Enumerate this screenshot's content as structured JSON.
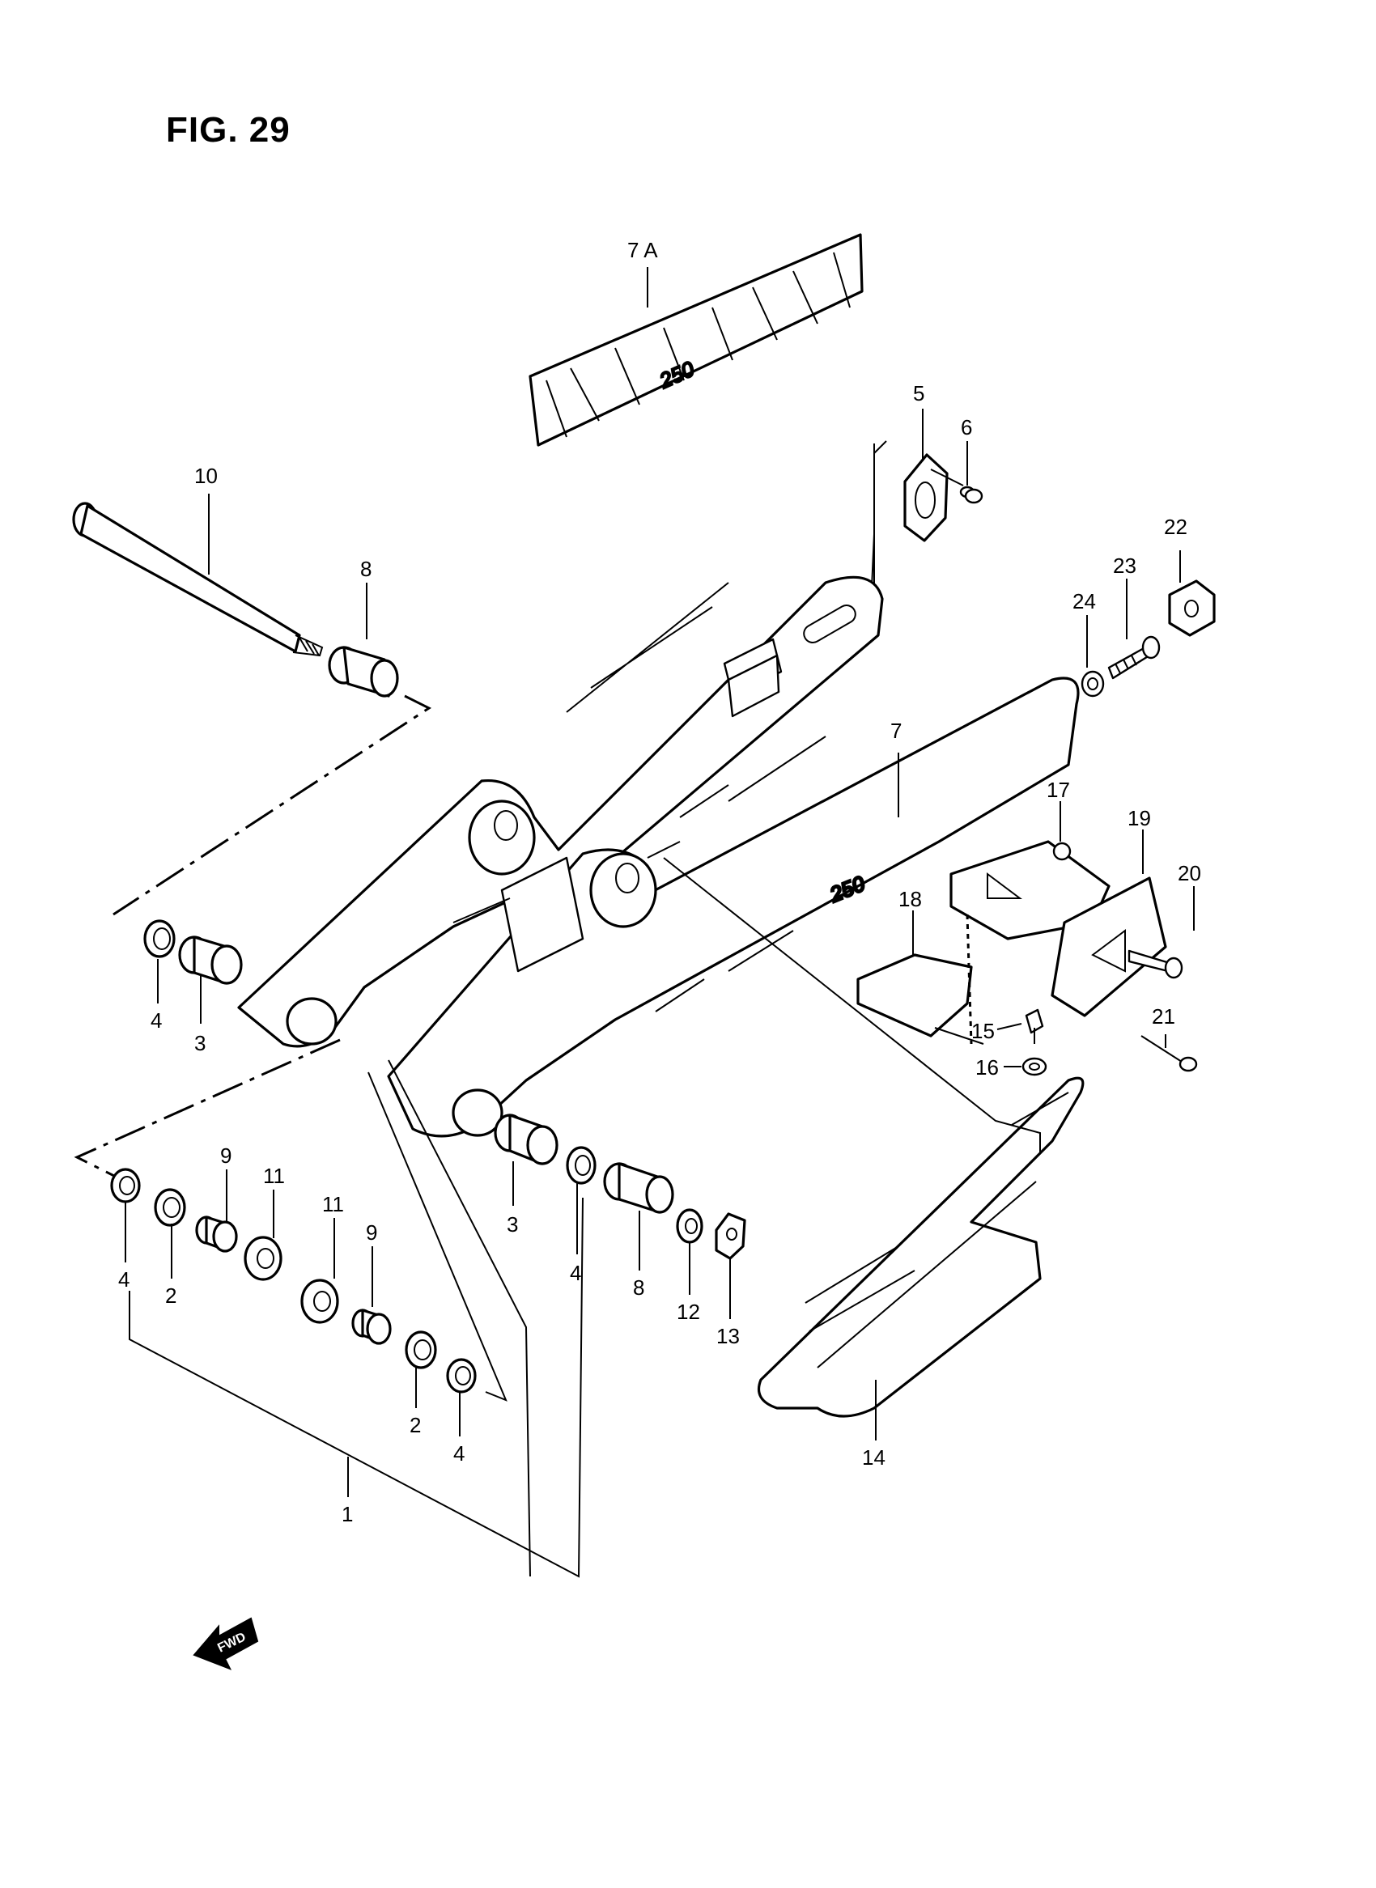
{
  "figure": {
    "title": "FIG. 29"
  },
  "callouts": [
    {
      "id": "7A",
      "label": "7 A"
    },
    {
      "id": "5",
      "label": "5"
    },
    {
      "id": "6",
      "label": "6"
    },
    {
      "id": "10",
      "label": "10"
    },
    {
      "id": "8a",
      "label": "8"
    },
    {
      "id": "22",
      "label": "22"
    },
    {
      "id": "23",
      "label": "23"
    },
    {
      "id": "24",
      "label": "24"
    },
    {
      "id": "7",
      "label": "7"
    },
    {
      "id": "17",
      "label": "17"
    },
    {
      "id": "19",
      "label": "19"
    },
    {
      "id": "20",
      "label": "20"
    },
    {
      "id": "18",
      "label": "18"
    },
    {
      "id": "4a",
      "label": "4"
    },
    {
      "id": "3a",
      "label": "3"
    },
    {
      "id": "15",
      "label": "15"
    },
    {
      "id": "21",
      "label": "21"
    },
    {
      "id": "16",
      "label": "16"
    },
    {
      "id": "9a",
      "label": "9"
    },
    {
      "id": "11a",
      "label": "11"
    },
    {
      "id": "11b",
      "label": "11"
    },
    {
      "id": "9b",
      "label": "9"
    },
    {
      "id": "3b",
      "label": "3"
    },
    {
      "id": "4b",
      "label": "4"
    },
    {
      "id": "4c",
      "label": "4"
    },
    {
      "id": "2a",
      "label": "2"
    },
    {
      "id": "8b",
      "label": "8"
    },
    {
      "id": "12",
      "label": "12"
    },
    {
      "id": "13",
      "label": "13"
    },
    {
      "id": "2b",
      "label": "2"
    },
    {
      "id": "4d",
      "label": "4"
    },
    {
      "id": "14",
      "label": "14"
    },
    {
      "id": "1",
      "label": "1"
    }
  ],
  "decals": {
    "swingarm_text": "250",
    "decal_7a_text": "250"
  },
  "fwd_marker": {
    "label": "FWD"
  },
  "colors": {
    "ink": "#000000",
    "paper": "#ffffff"
  }
}
